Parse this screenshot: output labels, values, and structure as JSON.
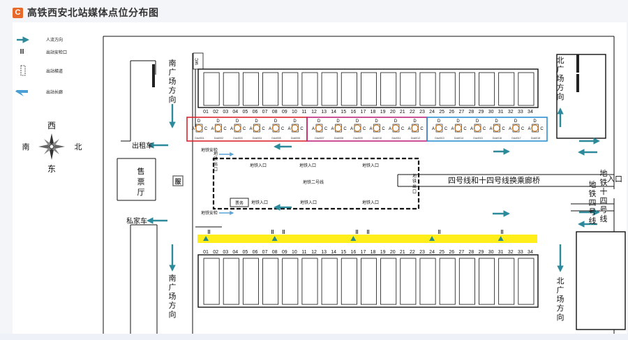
{
  "header": {
    "logo_letter": "C",
    "title": "高铁西安北站媒体点位分布图"
  },
  "legend": {
    "items": [
      {
        "icon": "flow-arrow-icon",
        "label": "人流方向"
      },
      {
        "icon": "exit-gate-icon",
        "label": "出站安检口"
      },
      {
        "icon": "exit-passage-icon",
        "label": "出站梯道"
      },
      {
        "icon": "exit-corridor-icon",
        "label": "出站长廊"
      }
    ]
  },
  "compass": {
    "west": "西",
    "south": "南",
    "north": "北",
    "east": "东"
  },
  "labels": {
    "taxi": "出租车",
    "private_car": "私家车",
    "ticket_hall": "售票厅",
    "service": "服",
    "wc": "WC",
    "south_square_top": "南广场方向",
    "south_square_bottom": "南广场方向",
    "north_square_top": "北广场方向",
    "north_square_bottom": "北广场方向",
    "metro_security_top": "地铁安检",
    "metro_security_bottom": "地铁安检",
    "metro_exit": "地铁出口",
    "metro_exit_right": "地铁出口",
    "metro_line2": "地铁二号线",
    "metro_entrance": "地铁入口",
    "ticket_service": "票务",
    "transfer_corridor": "四号线和十四号线换乘廊桥",
    "line4_label": "地铁四号线",
    "line14_label": "地铁十四号线",
    "entrance": "入口"
  },
  "platforms": [
    "01",
    "02",
    "03",
    "04",
    "05",
    "06",
    "07",
    "08",
    "09",
    "10",
    "11",
    "12",
    "13",
    "14",
    "15",
    "16",
    "17",
    "18",
    "19",
    "20",
    "21",
    "22",
    "23",
    "24",
    "25",
    "26",
    "27",
    "28",
    "29",
    "30",
    "31",
    "32",
    "33",
    "34"
  ],
  "media_group_colors": {
    "red": "#d9262e",
    "magenta": "#c0267a",
    "blue": "#2e8fd0"
  },
  "media": [
    {
      "code": "Ddzl001",
      "group": "red",
      "letters": [
        "D",
        "A",
        "C"
      ]
    },
    {
      "code": "Ddzl002",
      "group": "red",
      "letters": [
        "D",
        "A",
        "C"
      ]
    },
    {
      "code": "Ddzl003",
      "group": "red",
      "letters": [
        "D",
        "A",
        "C"
      ]
    },
    {
      "code": "Ddzl004",
      "group": "red",
      "letters": [
        "D",
        "A",
        "C"
      ]
    },
    {
      "code": "Ddzl005",
      "group": "red",
      "letters": [
        "D",
        "A",
        "C"
      ]
    },
    {
      "code": "Ddzl006",
      "group": "red",
      "letters": [
        "D",
        "A",
        "C"
      ]
    },
    {
      "code": "Ddzl007",
      "group": "magenta",
      "letters": [
        "D",
        "A",
        "C"
      ]
    },
    {
      "code": "Ddzl008",
      "group": "magenta",
      "letters": [
        "D",
        "A",
        "C"
      ]
    },
    {
      "code": "Ddzl009",
      "group": "magenta",
      "letters": [
        "D",
        "A",
        "C"
      ]
    },
    {
      "code": "Ddzl010",
      "group": "magenta",
      "letters": [
        "D",
        "A",
        "C"
      ]
    },
    {
      "code": "Ddzl011",
      "group": "magenta",
      "letters": [
        "D",
        "A",
        "C"
      ]
    },
    {
      "code": "Ddzl012",
      "group": "magenta",
      "letters": [
        "D",
        "A",
        "C"
      ]
    },
    {
      "code": "Ddzl013",
      "group": "blue",
      "letters": [
        "D",
        "A",
        "C"
      ]
    },
    {
      "code": "Ddzl014",
      "group": "blue",
      "letters": [
        "D",
        "A",
        "C"
      ]
    },
    {
      "code": "Ddzl015",
      "group": "blue",
      "letters": [
        "D",
        "A",
        "C"
      ]
    },
    {
      "code": "Ddzl016",
      "group": "blue",
      "letters": [
        "D",
        "A",
        "C"
      ]
    },
    {
      "code": "Ddzl017",
      "group": "blue",
      "letters": [
        "D",
        "A",
        "C"
      ]
    },
    {
      "code": "Ddzl018",
      "group": "blue",
      "letters": [
        "D",
        "A",
        "C"
      ]
    }
  ],
  "colors": {
    "arrow": "#2c8a9a",
    "yellow_corridor": "#ffee1a",
    "triangle": "#2a8a8a",
    "metro_arrow": "#5aa4d8"
  }
}
